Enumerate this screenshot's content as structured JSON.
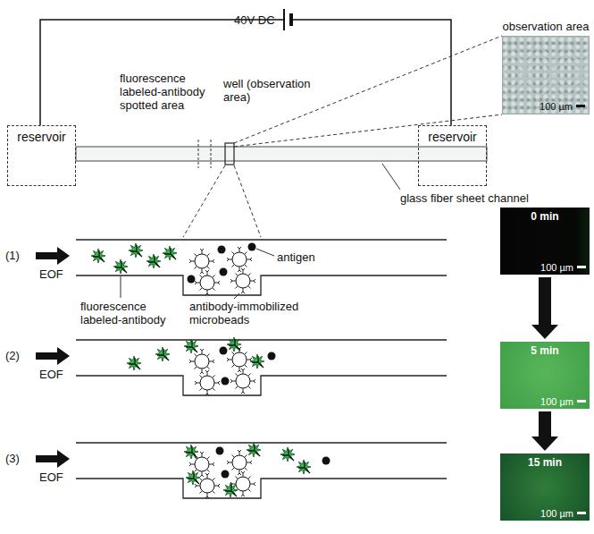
{
  "diagram": {
    "nodes": [
      {
        "text": [
          "reservoir"
        ]
      },
      {
        "text": [
          "reservoir"
        ]
      },
      {
        "text": [
          "observation area",
          "100 µm"
        ]
      },
      {
        "text": [
          "0 min",
          "100 µm"
        ]
      },
      {
        "text": [
          "5 min",
          "100 µm"
        ]
      },
      {
        "text": [
          "15 min",
          "100 µm"
        ]
      }
    ],
    "edges": [
      {
        "from": 3,
        "to": 4,
        "arrow": "to"
      },
      {
        "from": 4,
        "to": 5,
        "arrow": "to"
      }
    ],
    "labels": [
      "40V DC",
      "fluorescence labeled-antibody spotted area",
      "well (observation area)",
      "glass fiber sheet channel",
      "(1)",
      "EOF",
      "antigen",
      "fluorescence labeled-antibody",
      "antibody-immobilized microbeads",
      "(2)",
      "EOF",
      "(3)",
      "EOF"
    ]
  }
}
